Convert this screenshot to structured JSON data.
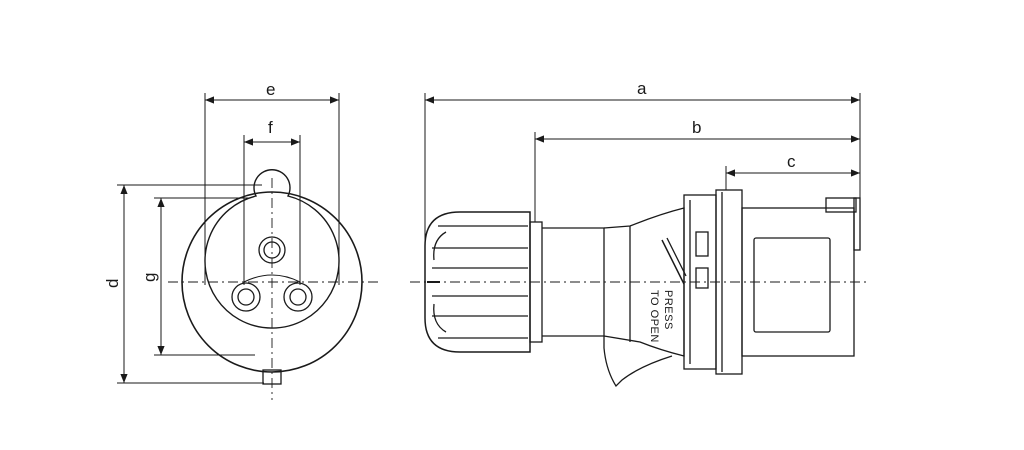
{
  "drawing": {
    "front_view": {
      "dimension_labels": {
        "e": "e",
        "f": "f",
        "d": "d",
        "g": "g"
      }
    },
    "side_view": {
      "dimension_labels": {
        "a": "a",
        "b": "b",
        "c": "c"
      },
      "note_line1": "PRESS",
      "note_line2": "TO OPEN"
    }
  },
  "colors": {
    "line": "#1a1a1a",
    "background": "#ffffff"
  }
}
